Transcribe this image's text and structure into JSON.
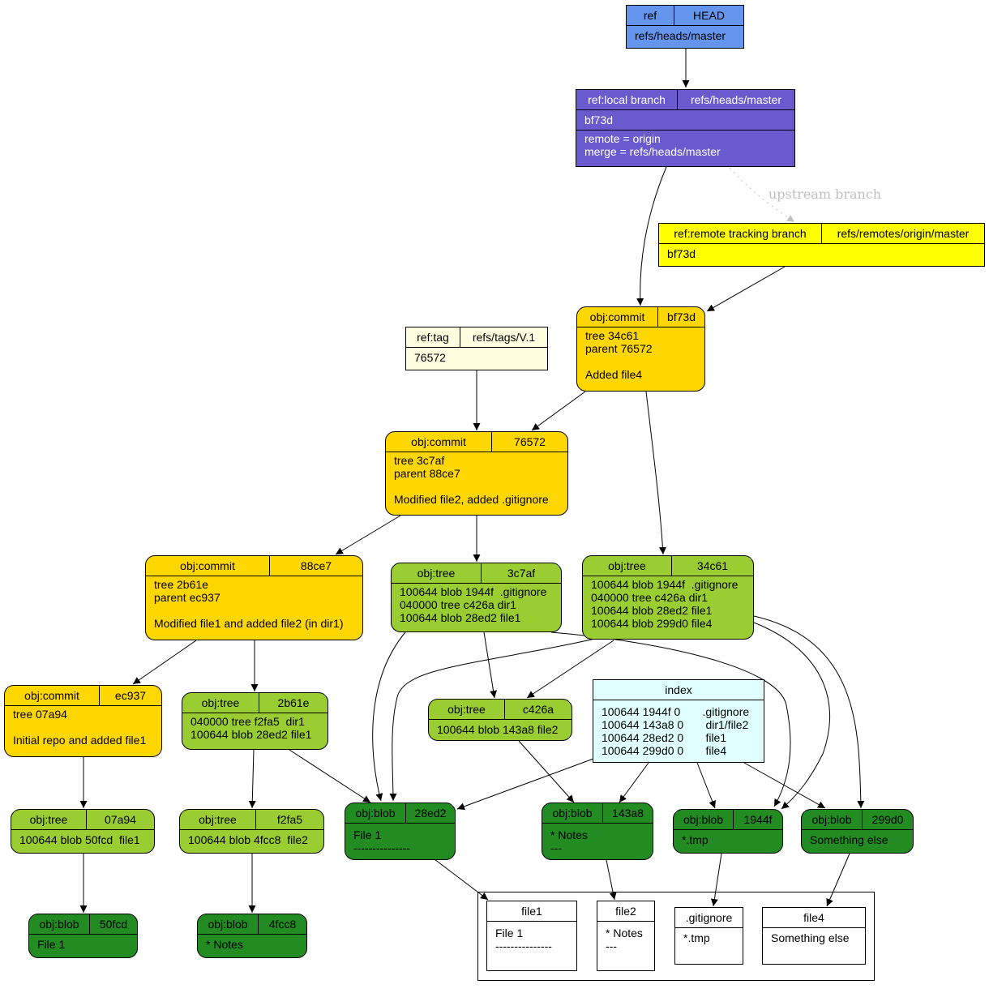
{
  "head": {
    "type": "ref",
    "name": "HEAD",
    "target": "refs/heads/master"
  },
  "local_branch": {
    "type": "ref:local branch",
    "name": "refs/heads/master",
    "commit": "bf73d",
    "config": "remote = origin\nmerge = refs/heads/master"
  },
  "remote_branch": {
    "type": "ref:remote tracking branch",
    "name": "refs/remotes/origin/master",
    "commit": "bf73d"
  },
  "upstream_label": "upstream branch",
  "tag": {
    "type": "ref:tag",
    "name": "refs/tags/V.1",
    "commit": "76572"
  },
  "commits": [
    {
      "type": "obj:commit",
      "id": "bf73d",
      "body": "tree 34c61\nparent 76572\n\nAdded file4"
    },
    {
      "type": "obj:commit",
      "id": "76572",
      "body": "tree 3c7af\nparent 88ce7\n\nModified file2, added .gitignore"
    },
    {
      "type": "obj:commit",
      "id": "88ce7",
      "body": "tree 2b61e\nparent ec937\n\nModified file1 and added file2 (in dir1)"
    },
    {
      "type": "obj:commit",
      "id": "ec937",
      "body": "tree 07a94\n\nInitial repo and added file1"
    }
  ],
  "trees": [
    {
      "type": "obj:tree",
      "id": "3c7af",
      "body": "100644 blob 1944f  .gitignore\n040000 tree c426a dir1\n100644 blob 28ed2 file1"
    },
    {
      "type": "obj:tree",
      "id": "34c61",
      "body": "100644 blob 1944f  .gitignore\n040000 tree c426a dir1\n100644 blob 28ed2 file1\n100644 blob 299d0 file4"
    },
    {
      "type": "obj:tree",
      "id": "2b61e",
      "body": "040000 tree f2fa5  dir1\n100644 blob 28ed2 file1"
    },
    {
      "type": "obj:tree",
      "id": "c426a",
      "body": "100644 blob 143a8 file2"
    },
    {
      "type": "obj:tree",
      "id": "07a94",
      "body": "100644 blob 50fcd  file1"
    },
    {
      "type": "obj:tree",
      "id": "f2fa5",
      "body": "100644 blob 4fcc8  file2"
    }
  ],
  "blobs": [
    {
      "type": "obj:blob",
      "id": "28ed2",
      "body": "File 1\n---------------"
    },
    {
      "type": "obj:blob",
      "id": "143a8",
      "body": "* Notes\n---"
    },
    {
      "type": "obj:blob",
      "id": "1944f",
      "body": "*.tmp"
    },
    {
      "type": "obj:blob",
      "id": "299d0",
      "body": "Something else"
    },
    {
      "type": "obj:blob",
      "id": "50fcd",
      "body": "File 1"
    },
    {
      "type": "obj:blob",
      "id": "4fcc8",
      "body": "* Notes"
    }
  ],
  "index": {
    "title": "index",
    "body": "100644 1944f 0       .gitignore\n100644 143a8 0       dir1/file2\n100644 28ed2 0       file1\n100644 299d0 0       file4"
  },
  "files": [
    {
      "name": "file1",
      "body": "File 1\n---------------"
    },
    {
      "name": "file2",
      "body": "* Notes\n---"
    },
    {
      "name": ".gitignore",
      "body": "*.tmp"
    },
    {
      "name": "file4",
      "body": "Something else"
    }
  ]
}
